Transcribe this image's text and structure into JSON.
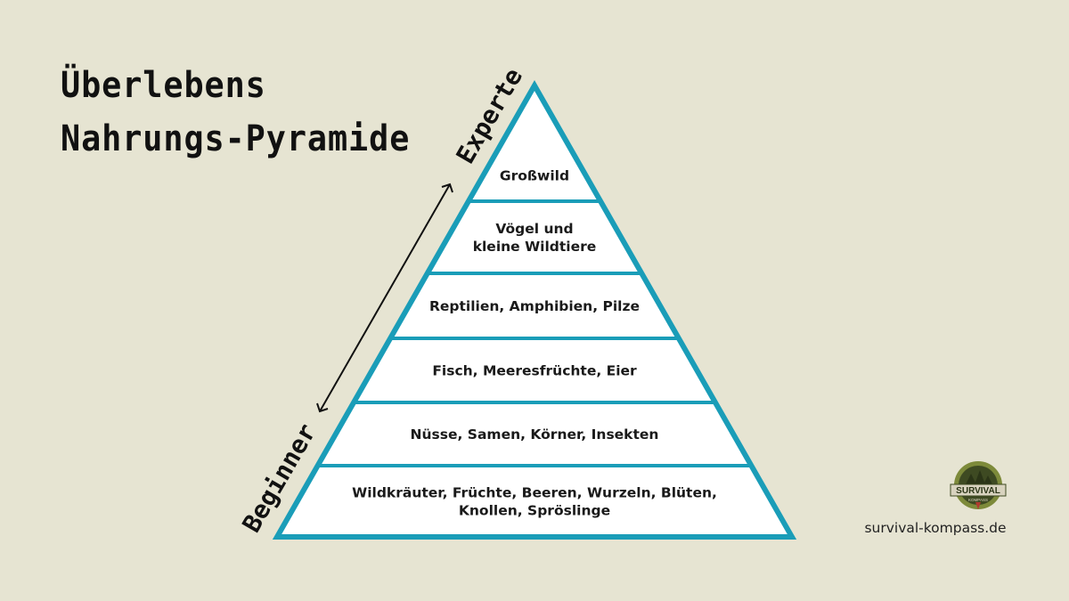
{
  "title": {
    "line1": "Überlebens",
    "line2": "Nahrungs-Pyramide"
  },
  "axis": {
    "top_label": "Experte",
    "bottom_label": "Beginner"
  },
  "pyramid": {
    "border_color": "#1a9db8",
    "fill_color": "#ffffff",
    "levels": [
      {
        "lines": [
          "Großwild"
        ]
      },
      {
        "lines": [
          "Vögel und",
          "kleine Wildtiere"
        ]
      },
      {
        "lines": [
          "Reptilien, Amphibien, Pilze"
        ]
      },
      {
        "lines": [
          "Fisch, Meeresfrüchte, Eier"
        ]
      },
      {
        "lines": [
          "Nüsse, Samen, Körner, Insekten"
        ]
      },
      {
        "lines": [
          "Wildkräuter, Früchte, Beeren, Wurzeln, Blüten,",
          "Knollen, Spröslinge"
        ]
      }
    ]
  },
  "logo": {
    "text": "SURVIVAL",
    "subtext": "KOMPASS"
  },
  "footer": {
    "url": "survival-kompass.de"
  }
}
